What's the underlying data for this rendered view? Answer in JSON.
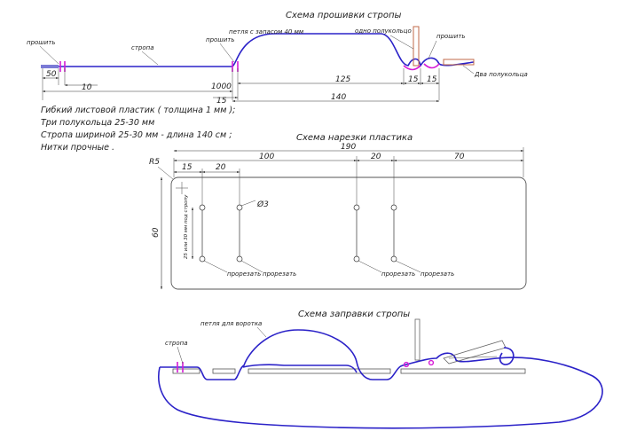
{
  "titles": {
    "sewing_scheme": "Схема прошивки стропы",
    "cutting_scheme": "Схема нарезки пластика",
    "threading_scheme": "Схема заправки стропы"
  },
  "labels": {
    "stitched_1": "прошить",
    "strap_1": "стропа",
    "stitched_2": "прошить",
    "loop_reserve": "петля с запасом 40 мм",
    "one_half_ring": "одно полукольцо",
    "stitched_3": "прошить",
    "two_half_rings": "Два полукольца",
    "cut_1": "прорезать",
    "cut_2": "прорезать",
    "cut_3": "прорезать",
    "cut_4": "прорезать",
    "vertical_note": "25 или 30 мм под стропу",
    "collar_loop": "петля для воротка",
    "strap_2": "стропа"
  },
  "dims_top": {
    "d50": "50",
    "d10": "10",
    "d1000": "1000",
    "d15a": "15",
    "d125": "125",
    "d15b": "15",
    "d15c": "15",
    "d140": "140"
  },
  "notes": [
    "Гибкий листовой пластик ( толщина 1 мм );",
    "Три полукольца 25-30 мм",
    "Стропа шириной 25-30 мм - длина 140 см ;",
    "Нитки прочные ."
  ],
  "dims_plate": {
    "r5": "R5",
    "d190": "190",
    "d15": "15",
    "d20a": "20",
    "d100": "100",
    "d20b": "20",
    "d70": "70",
    "phi3": "Ø3",
    "d60": "60"
  },
  "colors": {
    "strap": "#2b22c8",
    "stitch": "#d61ad6",
    "half_ring": "#c06a4a",
    "lines": "#333333"
  }
}
